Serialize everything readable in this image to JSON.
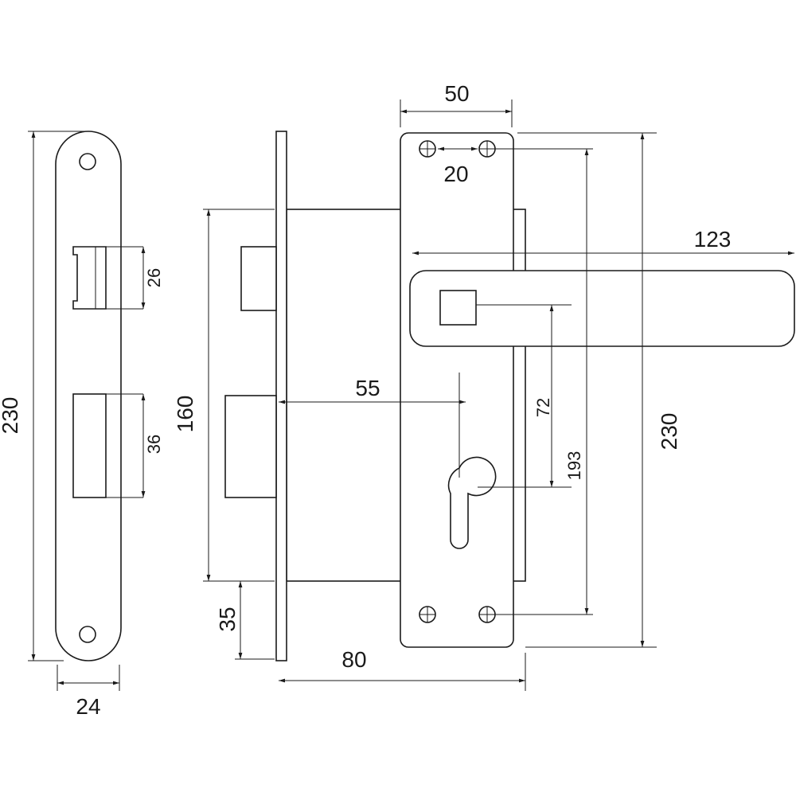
{
  "drawing": {
    "title": "Mortise lock with lever handle – dimensions",
    "dimensions": {
      "faceplate_height": "230",
      "faceplate_width": "24",
      "latch_height": "26",
      "deadbolt_height": "36",
      "body_height": "160",
      "bottom_offset": "35",
      "body_depth": "80",
      "backset": "55",
      "escutcheon_width": "50",
      "screw_spacing": "20",
      "handle_length": "123",
      "handle_to_cylinder": "72",
      "escutcheon_screw_spacing": "193",
      "escutcheon_height": "230"
    }
  }
}
